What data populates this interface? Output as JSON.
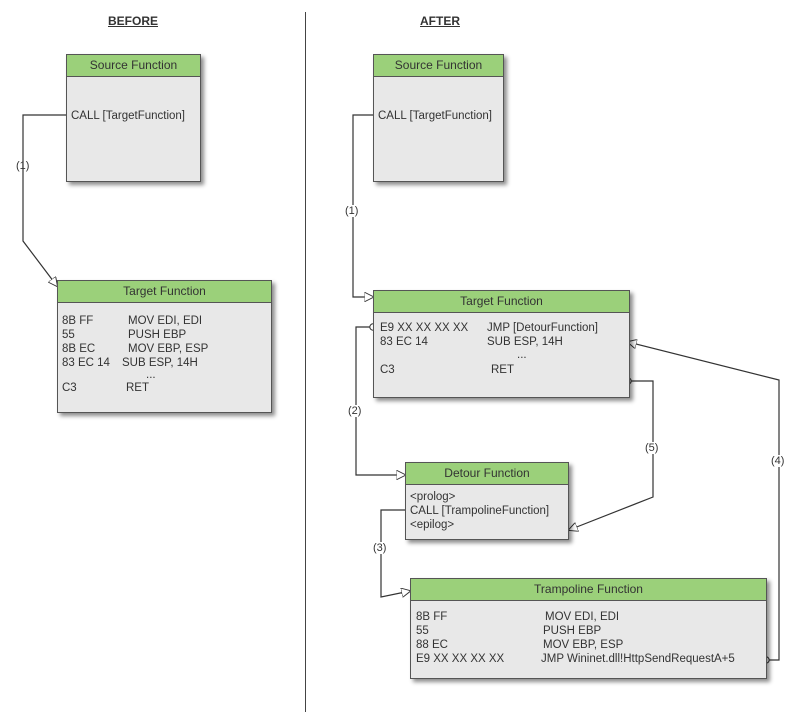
{
  "headings": {
    "before": "BEFORE",
    "after": "AFTER"
  },
  "before": {
    "source": {
      "title": "Source Function",
      "call": "CALL [TargetFunction]"
    },
    "target": {
      "title": "Target Function",
      "rows": [
        {
          "bytes": "8B FF",
          "instr": "MOV EDI, EDI"
        },
        {
          "bytes": "55",
          "instr": "PUSH EBP"
        },
        {
          "bytes": "8B EC",
          "instr": "MOV EBP, ESP"
        },
        {
          "bytes": "83 EC 14",
          "instr": "SUB ESP, 14H"
        },
        {
          "bytes": "",
          "instr": "..."
        },
        {
          "bytes": "C3",
          "instr": "RET"
        }
      ]
    },
    "arrow_label": "(1)"
  },
  "after": {
    "source": {
      "title": "Source Function",
      "call": "CALL [TargetFunction]"
    },
    "target": {
      "title": "Target Function",
      "rows": [
        {
          "bytes": "E9 XX XX XX XX",
          "instr": "JMP [DetourFunction]"
        },
        {
          "bytes": "83 EC 14",
          "instr": "SUB ESP, 14H"
        },
        {
          "bytes": "",
          "instr": "..."
        },
        {
          "bytes": "C3",
          "instr": "RET"
        }
      ]
    },
    "detour": {
      "title": "Detour Function",
      "lines": [
        "<prolog>",
        "CALL [TrampolineFunction]",
        "<epilog>"
      ]
    },
    "trampoline": {
      "title": "Trampoline Function",
      "rows": [
        {
          "bytes": "8B FF",
          "instr": "MOV EDI, EDI"
        },
        {
          "bytes": "55",
          "instr": "PUSH EBP"
        },
        {
          "bytes": "88 EC",
          "instr": "MOV EBP, ESP"
        },
        {
          "bytes": "E9 XX XX XX XX",
          "instr": "JMP Wininet.dll!HttpSendRequestA+5"
        }
      ]
    },
    "arrow_labels": [
      "(1)",
      "(2)",
      "(3)",
      "(4)",
      "(5)"
    ]
  }
}
